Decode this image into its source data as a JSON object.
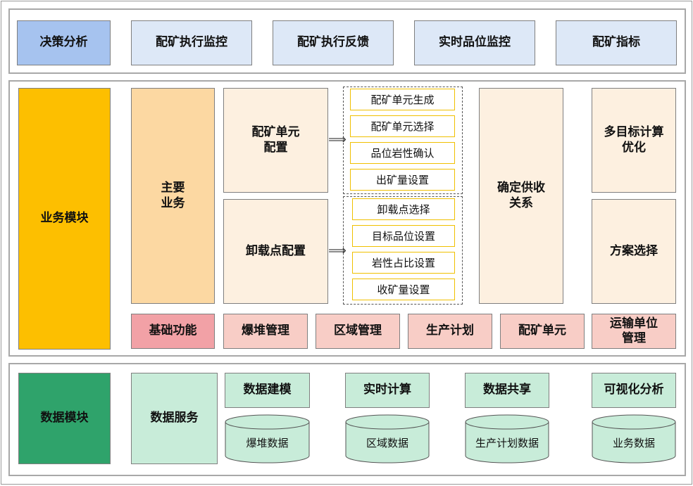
{
  "top": {
    "decision": "决策分析",
    "items": [
      "配矿执行监控",
      "配矿执行反馈",
      "实时品位监控",
      "配矿指标"
    ]
  },
  "business": {
    "module": "业务模块",
    "main": "主要\n业务",
    "unit_config": "配矿单元\n配置",
    "unit_config_items": [
      "配矿单元生成",
      "配矿单元选择",
      "品位岩性确认",
      "出矿量设置"
    ],
    "unload_config": "卸载点配置",
    "unload_config_items": [
      "卸载点选择",
      "目标品位设置",
      "岩性占比设置",
      "收矿量设置"
    ],
    "supply_relation": "确定供收\n关系",
    "multi_opt": "多目标计算\n优化",
    "plan_select": "方案选择",
    "basic": "基础功能",
    "basic_items": [
      "爆堆管理",
      "区域管理",
      "生产计划",
      "配矿单元",
      "运输单位\n管理"
    ]
  },
  "data": {
    "module": "数据模块",
    "service": "数据服务",
    "functions": [
      "数据建模",
      "实时计算",
      "数据共享",
      "可视化分析"
    ],
    "stores": [
      "爆堆数据",
      "区域数据",
      "生产计划数据",
      "业务数据"
    ]
  },
  "colors": {
    "decision": "#a6c3ef",
    "top_item": "#dde8f7",
    "business_module": "#fdbf00",
    "main": "#fcd8a2",
    "cream": "#fdf0e0",
    "basic": "#f2a1a6",
    "basic_item": "#f8cdc6",
    "data_module": "#2fa36b",
    "data_light": "#c8ecd9"
  }
}
